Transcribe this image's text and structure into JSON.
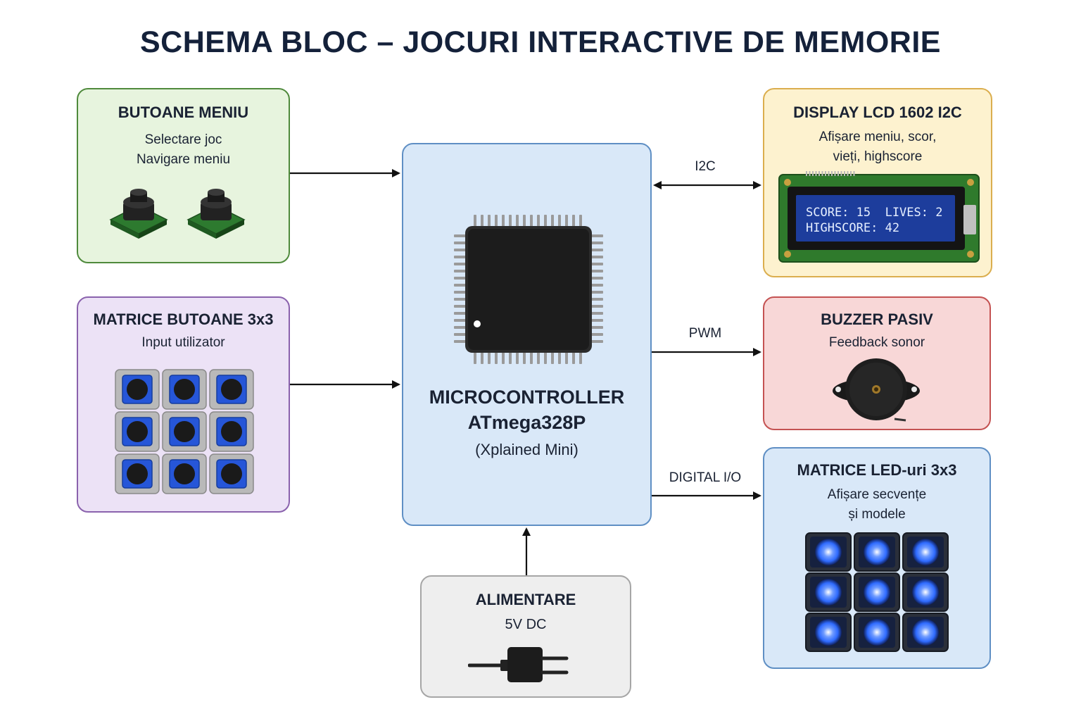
{
  "title": "SCHEMA BLOC – JOCURI INTERACTIVE DE MEMORIE",
  "blocks": {
    "menu_buttons": {
      "title": "BUTOANE MENIU",
      "lines": [
        "Selectare joc",
        "Navigare meniu"
      ]
    },
    "button_matrix": {
      "title": "MATRICE BUTOANE 3x3",
      "lines": [
        "Input utilizator"
      ]
    },
    "mcu": {
      "title": "MICROCONTROLLER",
      "model": "ATmega328P",
      "board": "(Xplained Mini)"
    },
    "power": {
      "title": "ALIMENTARE",
      "lines": [
        "5V DC"
      ]
    },
    "lcd": {
      "title": "DISPLAY LCD 1602 I2C",
      "lines": [
        "Afișare meniu, scor,",
        "vieți, highscore"
      ],
      "screen_line1": "SCORE: 15  LIVES: 2",
      "screen_line2": "HIGHSCORE: 42"
    },
    "buzzer": {
      "title": "BUZZER PASIV",
      "lines": [
        "Feedback sonor"
      ]
    },
    "led_matrix": {
      "title": "MATRICE LED-uri 3x3",
      "lines": [
        "Afișare secvențe",
        "și modele"
      ]
    }
  },
  "connections": {
    "i2c": "I2C",
    "pwm": "PWM",
    "digital_io": "DIGITAL I/O"
  },
  "colors": {
    "menu_border": "#4f8a3c",
    "matrix_border": "#8a62ad",
    "mcu_border": "#5f8fc4",
    "lcd_border": "#dbae4e",
    "buzzer_border": "#c45252",
    "power_border": "#a6a6a6",
    "led_glow": "#2f6bff"
  },
  "icons": {
    "menu_buttons": "tactile-pushbutton-icon",
    "button_matrix": "keypad-icon",
    "mcu": "qfp-chip-icon",
    "lcd": "lcd-module-icon",
    "buzzer": "piezo-buzzer-icon",
    "led_matrix": "led-grid-icon",
    "power": "power-plug-icon"
  }
}
